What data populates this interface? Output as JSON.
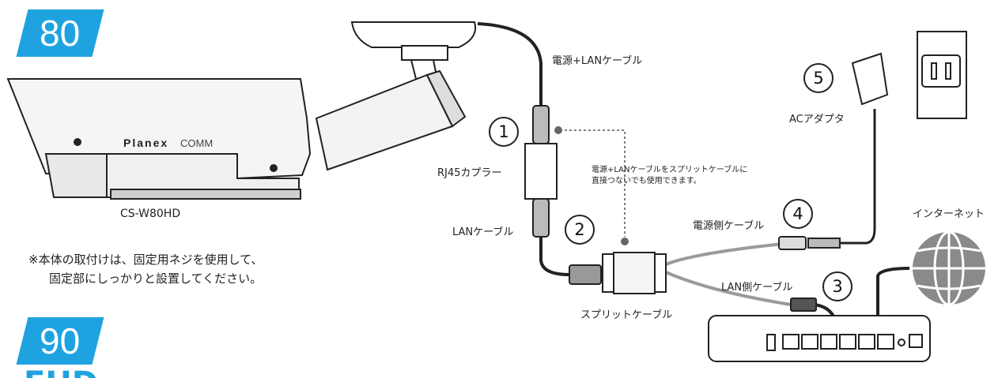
{
  "badges": {
    "top": "80",
    "bottom": "90",
    "partial": "FHD"
  },
  "camera": {
    "brand": "Planex",
    "brand_suffix": "COMM",
    "model": "CS-W80HD"
  },
  "note": {
    "line1": "※本体の取付けは、固定用ネジを使用して、",
    "line2": "固定部にしっかりと設置してください。"
  },
  "labels": {
    "power_lan_cable": "電源+LANケーブル",
    "rj45_coupler": "RJ45カプラー",
    "lan_cable": "LANケーブル",
    "split_cable": "スプリットケーブル",
    "power_side_cable": "電源側ケーブル",
    "lan_side_cable": "LAN側ケーブル",
    "ac_adapter": "ACアダプタ",
    "internet": "インターネット",
    "direct_note_line1": "電源+LANケーブルをスプリットケーブルに",
    "direct_note_line2": "直接つないでも使用できます。"
  },
  "steps": [
    "1",
    "2",
    "3",
    "4",
    "5"
  ],
  "colors": {
    "badge": "#1fa3e0",
    "line": "#222222",
    "cable_gray": "#9a9a9a",
    "globe": "#8a8a8a"
  }
}
